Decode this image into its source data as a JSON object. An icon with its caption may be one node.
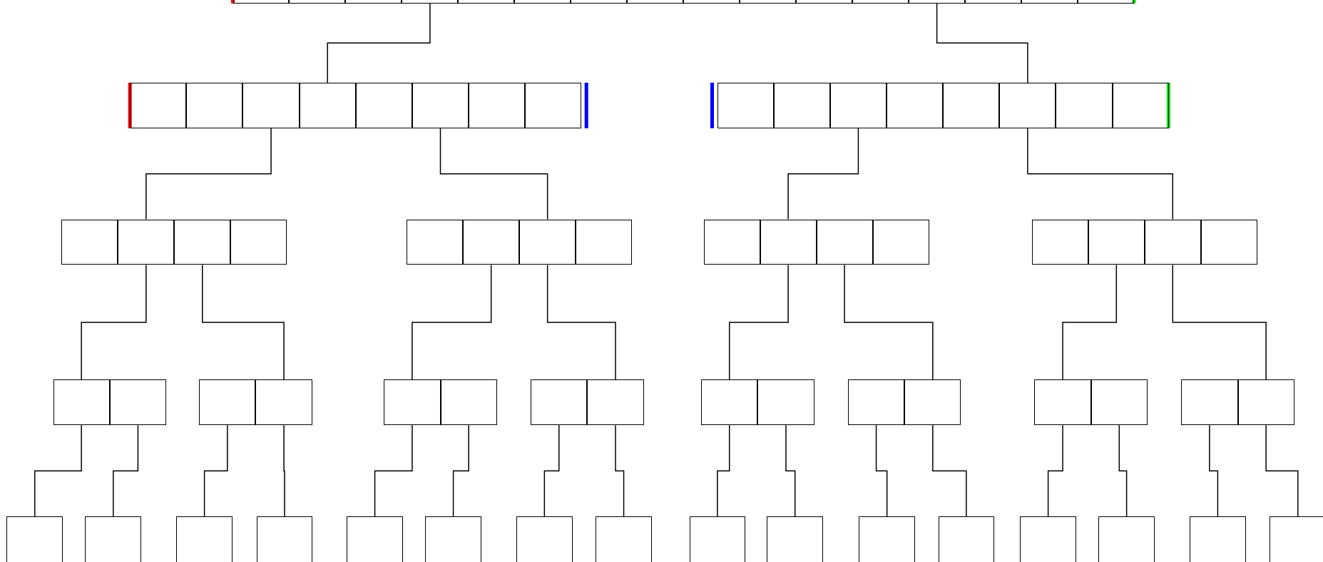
{
  "diagram": {
    "nodes": [
      {
        "text": [],
        "shape": "box"
      },
      {
        "text": [],
        "shape": "box"
      },
      {
        "text": [],
        "shape": "box"
      },
      {
        "text": [],
        "shape": "box"
      },
      {
        "text": [],
        "shape": "box"
      },
      {
        "text": [],
        "shape": "box"
      },
      {
        "text": [],
        "shape": "box"
      },
      {
        "text": [],
        "shape": "box"
      },
      {
        "text": [],
        "shape": "box"
      },
      {
        "text": [],
        "shape": "box"
      },
      {
        "text": [],
        "shape": "box"
      },
      {
        "text": [],
        "shape": "box"
      },
      {
        "text": [],
        "shape": "box"
      },
      {
        "text": [],
        "shape": "box"
      },
      {
        "text": [],
        "shape": "box"
      },
      {
        "text": [],
        "shape": "box"
      },
      {
        "text": [],
        "shape": "box"
      },
      {
        "text": [],
        "shape": "box"
      },
      {
        "text": [],
        "shape": "box"
      },
      {
        "text": [],
        "shape": "box"
      },
      {
        "text": [],
        "shape": "box"
      },
      {
        "text": [],
        "shape": "box"
      },
      {
        "text": [],
        "shape": "box"
      },
      {
        "text": [],
        "shape": "box"
      },
      {
        "text": [],
        "shape": "box"
      },
      {
        "text": [],
        "shape": "box"
      },
      {
        "text": [],
        "shape": "box"
      },
      {
        "text": [],
        "shape": "box"
      },
      {
        "text": [],
        "shape": "box"
      },
      {
        "text": [],
        "shape": "box"
      },
      {
        "text": [],
        "shape": "box"
      },
      {
        "text": [],
        "shape": "box"
      },
      {
        "text": [],
        "shape": "box"
      },
      {
        "text": [],
        "shape": "box"
      },
      {
        "text": [],
        "shape": "box"
      },
      {
        "text": [],
        "shape": "box"
      },
      {
        "text": [],
        "shape": "box"
      },
      {
        "text": [],
        "shape": "box"
      },
      {
        "text": [],
        "shape": "box"
      },
      {
        "text": [],
        "shape": "box"
      },
      {
        "text": [],
        "shape": "box"
      },
      {
        "text": [],
        "shape": "box"
      },
      {
        "text": [],
        "shape": "box"
      },
      {
        "text": [],
        "shape": "box"
      },
      {
        "text": [],
        "shape": "box"
      },
      {
        "text": [],
        "shape": "box"
      },
      {
        "text": [],
        "shape": "box"
      },
      {
        "text": [],
        "shape": "box"
      },
      {
        "text": [],
        "shape": "box"
      },
      {
        "text": [],
        "shape": "box"
      },
      {
        "text": [],
        "shape": "box"
      },
      {
        "text": [],
        "shape": "box"
      },
      {
        "text": [],
        "shape": "box"
      },
      {
        "text": [],
        "shape": "box"
      },
      {
        "text": [],
        "shape": "box"
      },
      {
        "text": [],
        "shape": "box"
      },
      {
        "text": [],
        "shape": "box"
      },
      {
        "text": [],
        "shape": "box"
      },
      {
        "text": [],
        "shape": "box"
      },
      {
        "text": [],
        "shape": "box"
      },
      {
        "text": [],
        "shape": "box"
      },
      {
        "text": [],
        "shape": "box"
      },
      {
        "text": [],
        "shape": "box"
      },
      {
        "text": [],
        "shape": "box"
      },
      {
        "text": [],
        "shape": "box"
      },
      {
        "text": [],
        "shape": "box"
      },
      {
        "text": [],
        "shape": "box"
      },
      {
        "text": [],
        "shape": "box"
      },
      {
        "text": [],
        "shape": "box"
      },
      {
        "text": [],
        "shape": "box"
      },
      {
        "text": [],
        "shape": "box"
      },
      {
        "text": [],
        "shape": "box"
      },
      {
        "text": [],
        "shape": "box"
      },
      {
        "text": [],
        "shape": "box"
      },
      {
        "text": [],
        "shape": "box"
      },
      {
        "text": [],
        "shape": "box"
      },
      {
        "text": [],
        "shape": "box"
      },
      {
        "text": [],
        "shape": "box"
      },
      {
        "text": [],
        "shape": "box"
      },
      {
        "text": [],
        "shape": "box"
      }
    ],
    "edges": [
      {
        "from": 3,
        "to": 19,
        "arrow": "none"
      },
      {
        "from": 12,
        "to": 29,
        "arrow": "none"
      },
      {
        "from": 18,
        "to": 33,
        "arrow": "none"
      },
      {
        "from": 21,
        "to": 38,
        "arrow": "none"
      },
      {
        "from": 26,
        "to": 41,
        "arrow": "none"
      },
      {
        "from": 29,
        "to": 46,
        "arrow": "none"
      },
      {
        "from": 33,
        "to": 48,
        "arrow": "none"
      },
      {
        "from": 34,
        "to": 51,
        "arrow": "none"
      },
      {
        "from": 37,
        "to": 52,
        "arrow": "none"
      },
      {
        "from": 38,
        "to": 55,
        "arrow": "none"
      },
      {
        "from": 41,
        "to": 56,
        "arrow": "none"
      },
      {
        "from": 42,
        "to": 59,
        "arrow": "none"
      },
      {
        "from": 45,
        "to": 60,
        "arrow": "none"
      },
      {
        "from": 46,
        "to": 63,
        "arrow": "none"
      },
      {
        "from": 48,
        "to": 64,
        "arrow": "none"
      },
      {
        "from": 49,
        "to": 65,
        "arrow": "none"
      },
      {
        "from": 50,
        "to": 66,
        "arrow": "none"
      },
      {
        "from": 51,
        "to": 67,
        "arrow": "none"
      },
      {
        "from": 52,
        "to": 68,
        "arrow": "none"
      },
      {
        "from": 53,
        "to": 69,
        "arrow": "none"
      },
      {
        "from": 54,
        "to": 70,
        "arrow": "none"
      },
      {
        "from": 55,
        "to": 71,
        "arrow": "none"
      },
      {
        "from": 56,
        "to": 72,
        "arrow": "none"
      },
      {
        "from": 57,
        "to": 73,
        "arrow": "none"
      },
      {
        "from": 58,
        "to": 74,
        "arrow": "none"
      },
      {
        "from": 59,
        "to": 75,
        "arrow": "none"
      },
      {
        "from": 60,
        "to": 76,
        "arrow": "none"
      },
      {
        "from": 61,
        "to": 77,
        "arrow": "none"
      },
      {
        "from": 62,
        "to": 78,
        "arrow": "none"
      },
      {
        "from": 63,
        "to": 79,
        "arrow": "none"
      }
    ]
  }
}
